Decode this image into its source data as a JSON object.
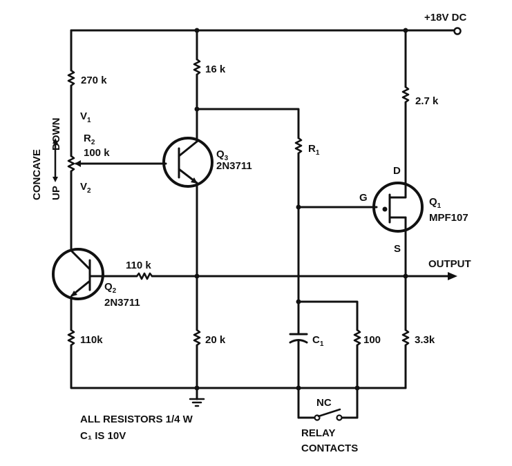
{
  "supply": "+18V DC",
  "output": "OUTPUT",
  "adjust": {
    "label": "CONCAVE",
    "up": "UP",
    "down": "DOWN"
  },
  "nodes": {
    "v1": "V",
    "v1_sub": "1",
    "v2": "V",
    "v2_sub": "2"
  },
  "resistors": {
    "r_270k": "270 k",
    "r_16k": "16 k",
    "r2_name": "R",
    "r2_sub": "2",
    "r2_value": "100 k",
    "r1_name": "R",
    "r1_sub": "1",
    "r_2_7k": "2.7 k",
    "r_110k_base": "110 k",
    "r_110k": "110k",
    "r_20k": "20 k",
    "r_100": "100",
    "r_3_3k": "3.3k"
  },
  "transistors": {
    "q3_name": "Q",
    "q3_sub": "3",
    "q3_part": "2N3711",
    "q2_name": "Q",
    "q2_sub": "2",
    "q2_part": "2N3711",
    "q1_name": "Q",
    "q1_sub": "1",
    "q1_part": "MPF107",
    "q1_gate": "G",
    "q1_drain": "D",
    "q1_source": "S"
  },
  "capacitor": {
    "name": "C",
    "sub": "1"
  },
  "relay": {
    "nc": "NC",
    "line1": "RELAY",
    "line2": "CONTACTS"
  },
  "notes": {
    "line1": "ALL RESISTORS 1/4 W",
    "line2": "C₁ IS 10V"
  }
}
